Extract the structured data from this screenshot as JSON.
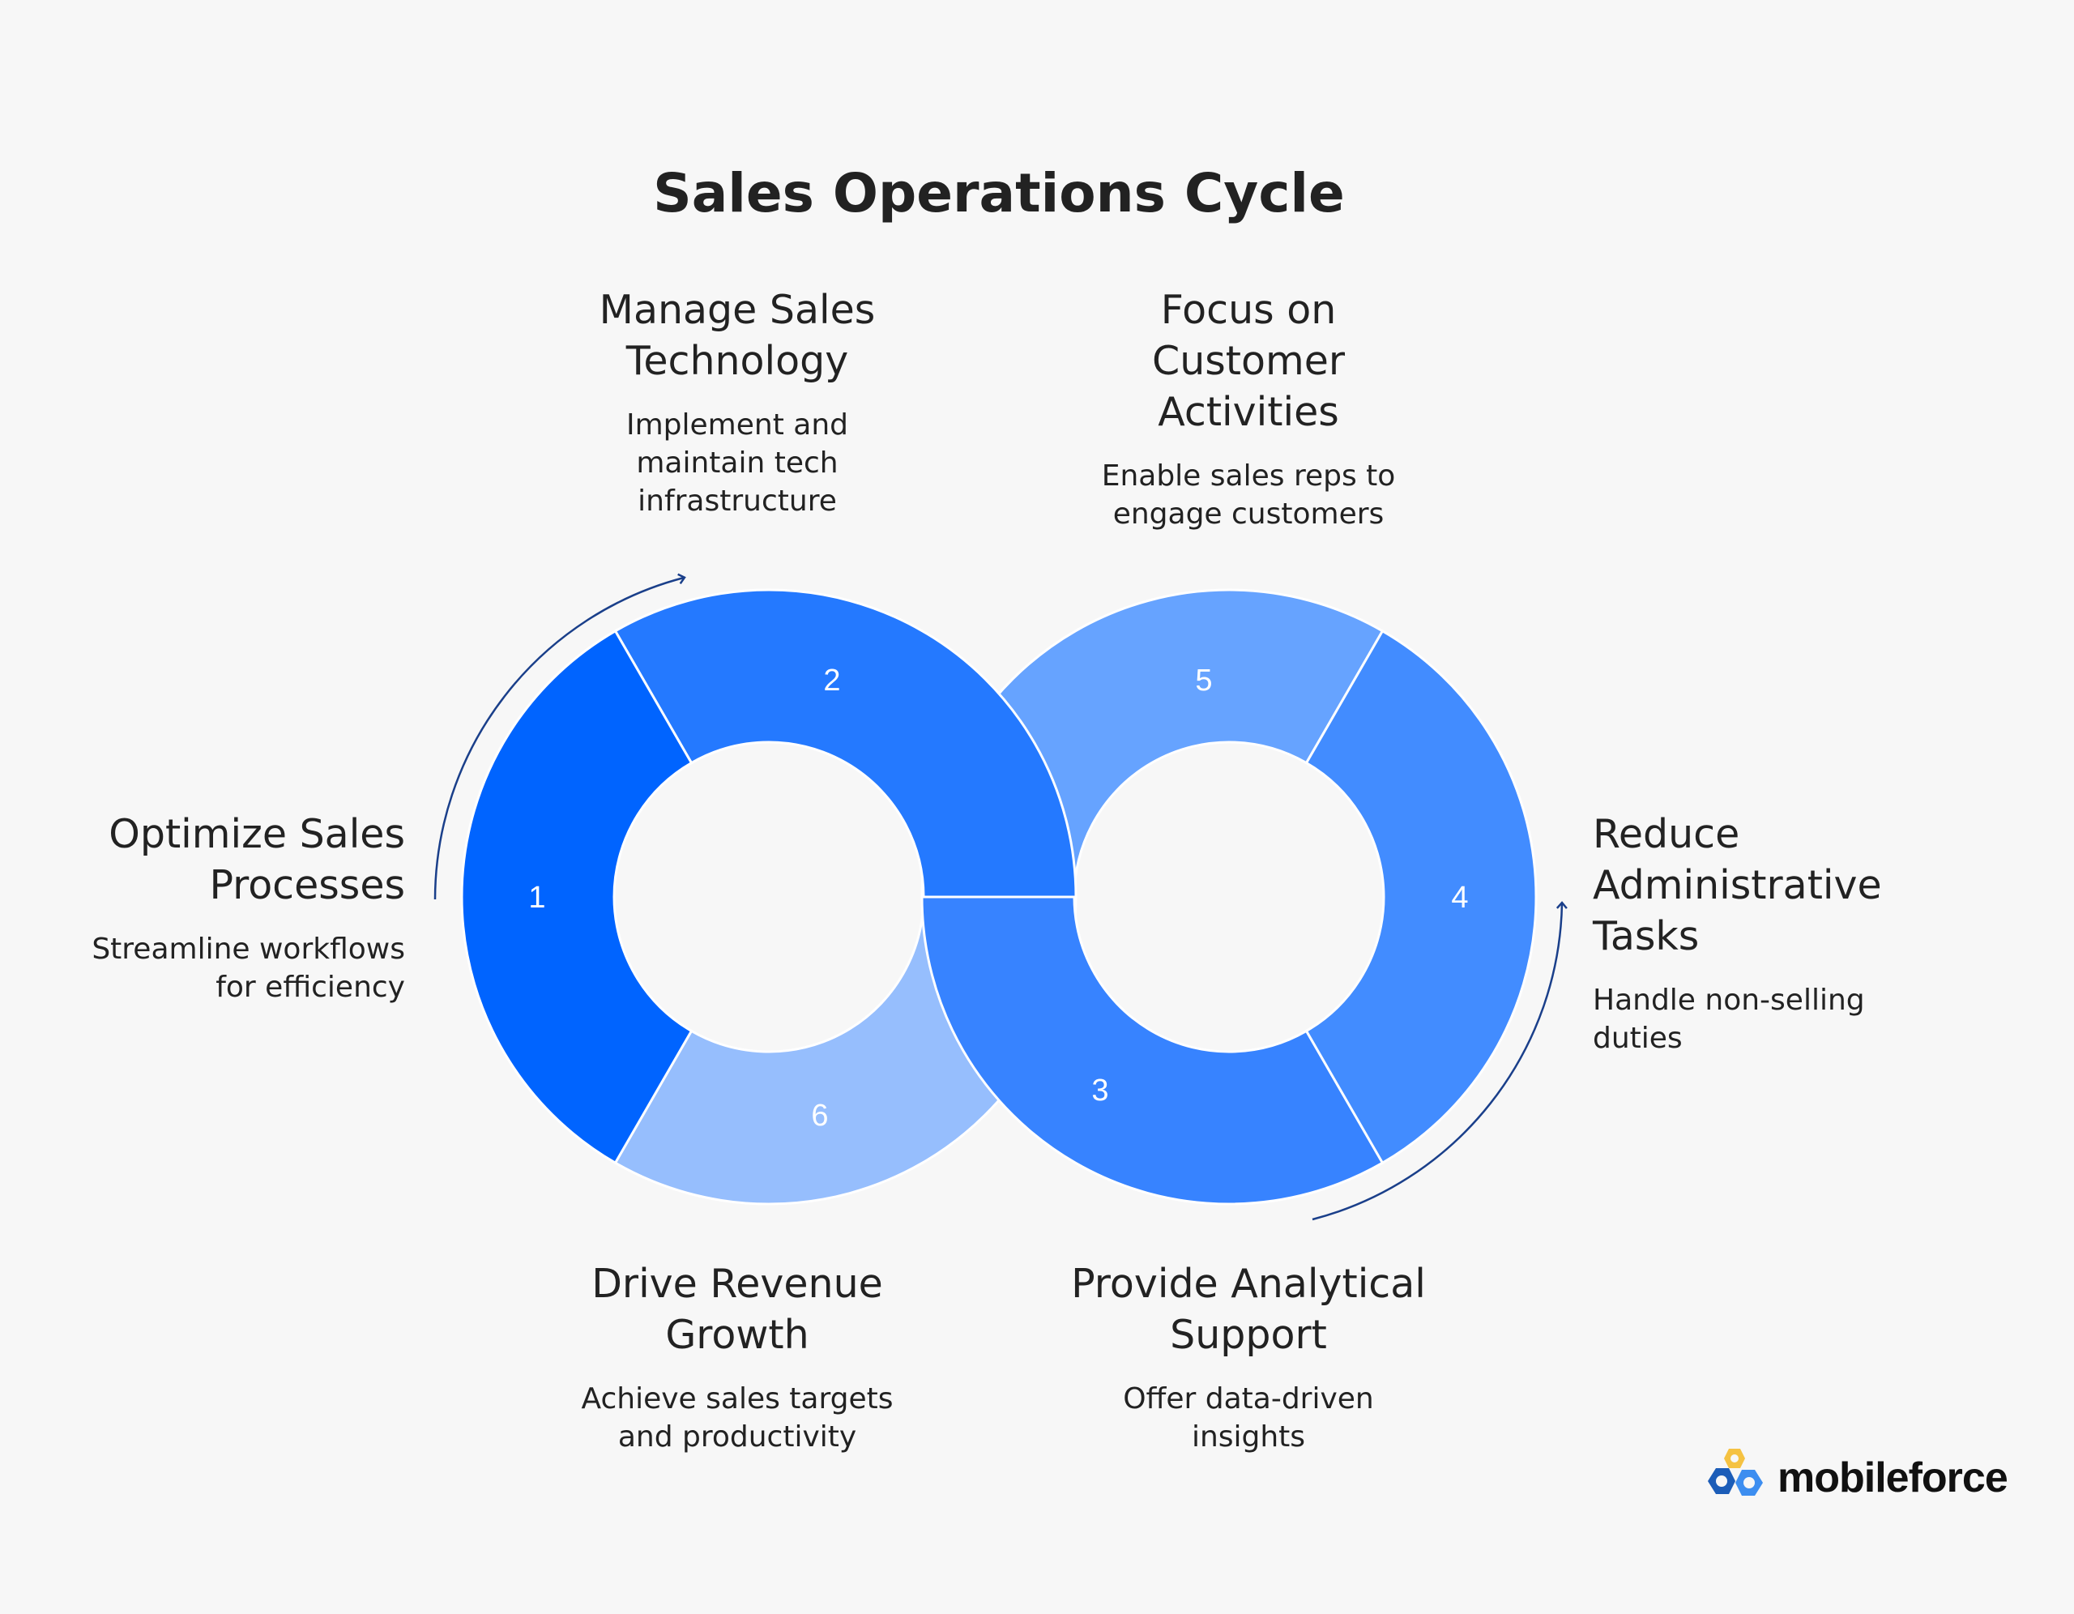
{
  "title": "Sales Operations Cycle",
  "steps": [
    {
      "number": "1",
      "heading": [
        "Optimize Sales",
        "Processes"
      ],
      "description": [
        "Streamline workflows",
        "for efficiency"
      ],
      "color": "#0064FF"
    },
    {
      "number": "2",
      "heading": [
        "Manage Sales",
        "Technology"
      ],
      "description": [
        "Implement and",
        "maintain tech",
        "infrastructure"
      ],
      "color": "#2479FF"
    },
    {
      "number": "3",
      "heading": [
        "Provide Analytical",
        "Support"
      ],
      "description": [
        "Offer data-driven",
        "insights"
      ],
      "color": "#3783FF"
    },
    {
      "number": "4",
      "heading": [
        "Reduce",
        "Administrative",
        "Tasks"
      ],
      "description": [
        "Handle non-selling",
        "duties"
      ],
      "color": "#428CFF"
    },
    {
      "number": "5",
      "heading": [
        "Focus on",
        "Customer",
        "Activities"
      ],
      "description": [
        "Enable sales reps to",
        "engage customers"
      ],
      "color": "#66A3FF"
    },
    {
      "number": "6",
      "heading": [
        "Drive Revenue",
        "Growth"
      ],
      "description": [
        "Achieve sales targets",
        "and productivity"
      ],
      "color": "#96BEFD"
    }
  ],
  "arrow_color": "#1A3F8A",
  "logo": {
    "text": "mobileforce",
    "colors": [
      "#F5C242",
      "#1C5DB8",
      "#3D8EF0"
    ]
  }
}
